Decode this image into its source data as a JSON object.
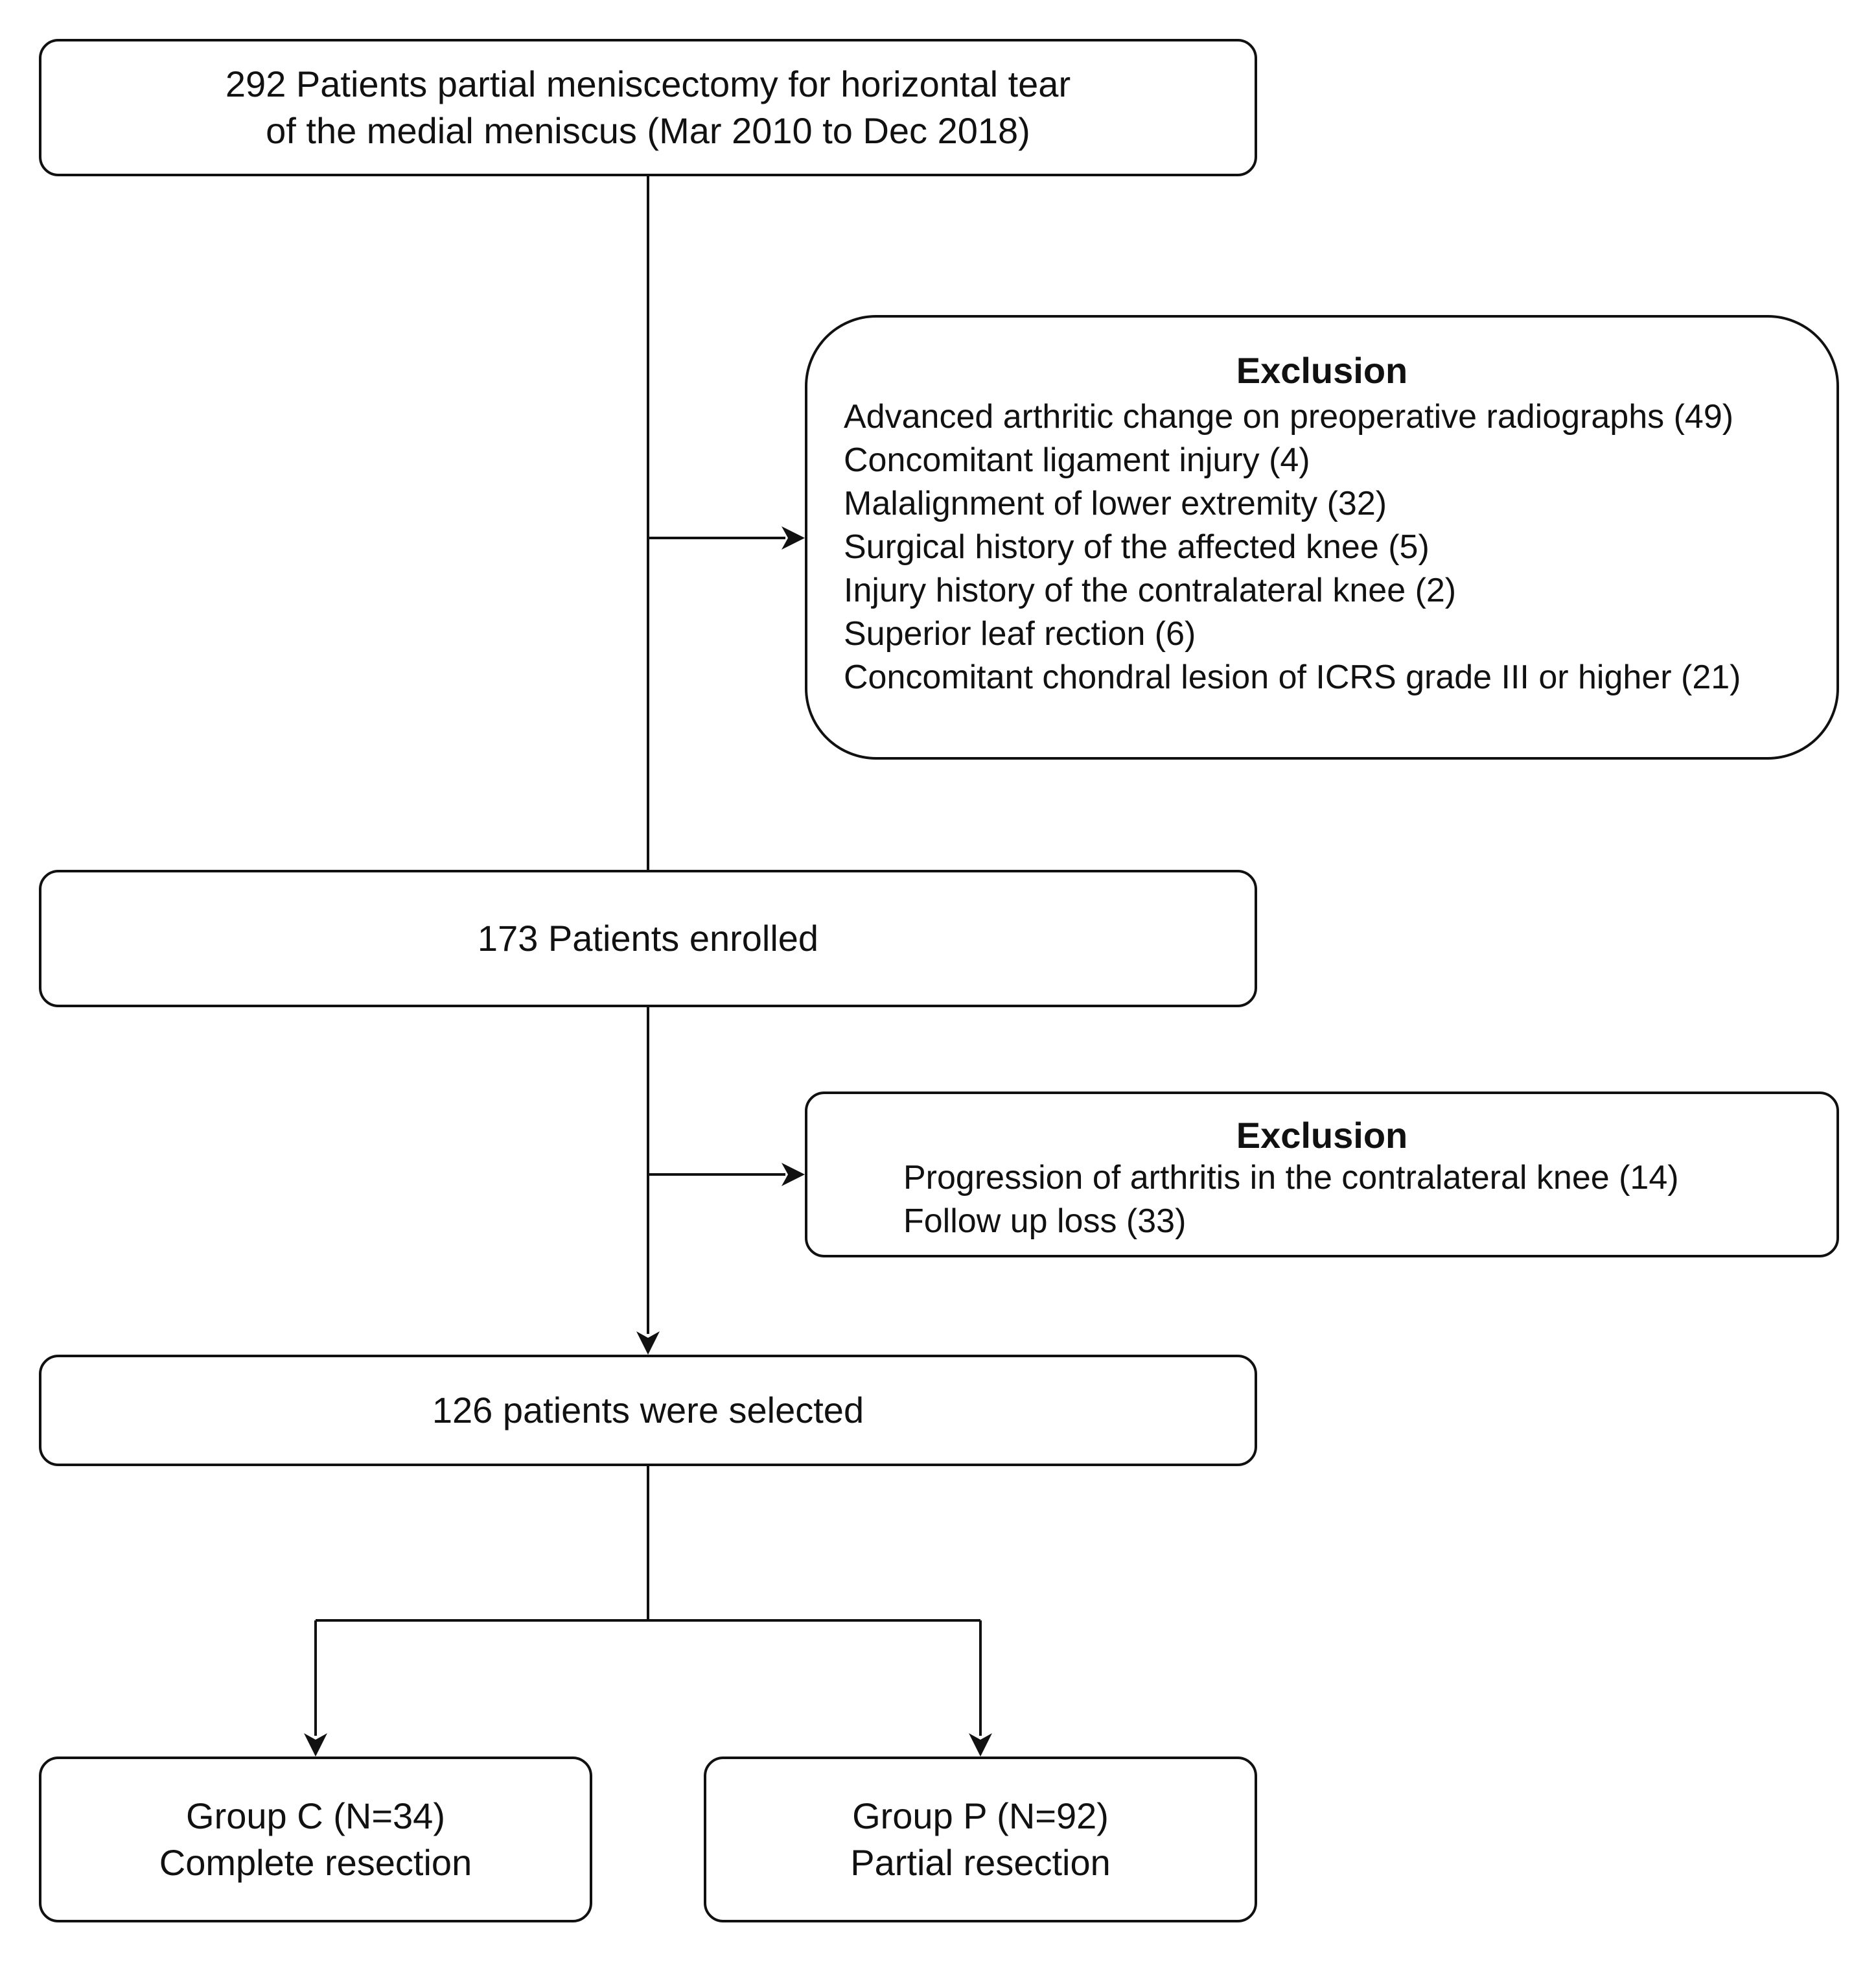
{
  "flowchart": {
    "start": {
      "lines": [
        "292 Patients partial meniscectomy for horizontal tear",
        "of the medial meniscus (Mar 2010 to Dec 2018)"
      ]
    },
    "exclusion_1": {
      "title": "Exclusion",
      "items": [
        "Advanced arthritic change on preoperative radiographs (49)",
        "Concomitant ligament injury (4)",
        "Malalignment of lower extremity (32)",
        "Surgical history of the affected knee (5)",
        "Injury history of the contralateral knee (2)",
        "Superior leaf rection (6)",
        "Concomitant chondral lesion of ICRS grade III or higher (21)"
      ]
    },
    "enrolled": {
      "text": "173 Patients enrolled"
    },
    "exclusion_2": {
      "title": "Exclusion",
      "items": [
        "Progression of arthritis in the contralateral knee  (14)",
        "Follow up loss (33)"
      ]
    },
    "selected": {
      "text": "126 patients were selected"
    },
    "group_c": {
      "lines": [
        "Group C (N=34)",
        "Complete resection"
      ]
    },
    "group_p": {
      "lines": [
        "Group P (N=92)",
        "Partial resection"
      ]
    }
  },
  "colors": {
    "stroke": "#111111",
    "background": "#ffffff"
  }
}
